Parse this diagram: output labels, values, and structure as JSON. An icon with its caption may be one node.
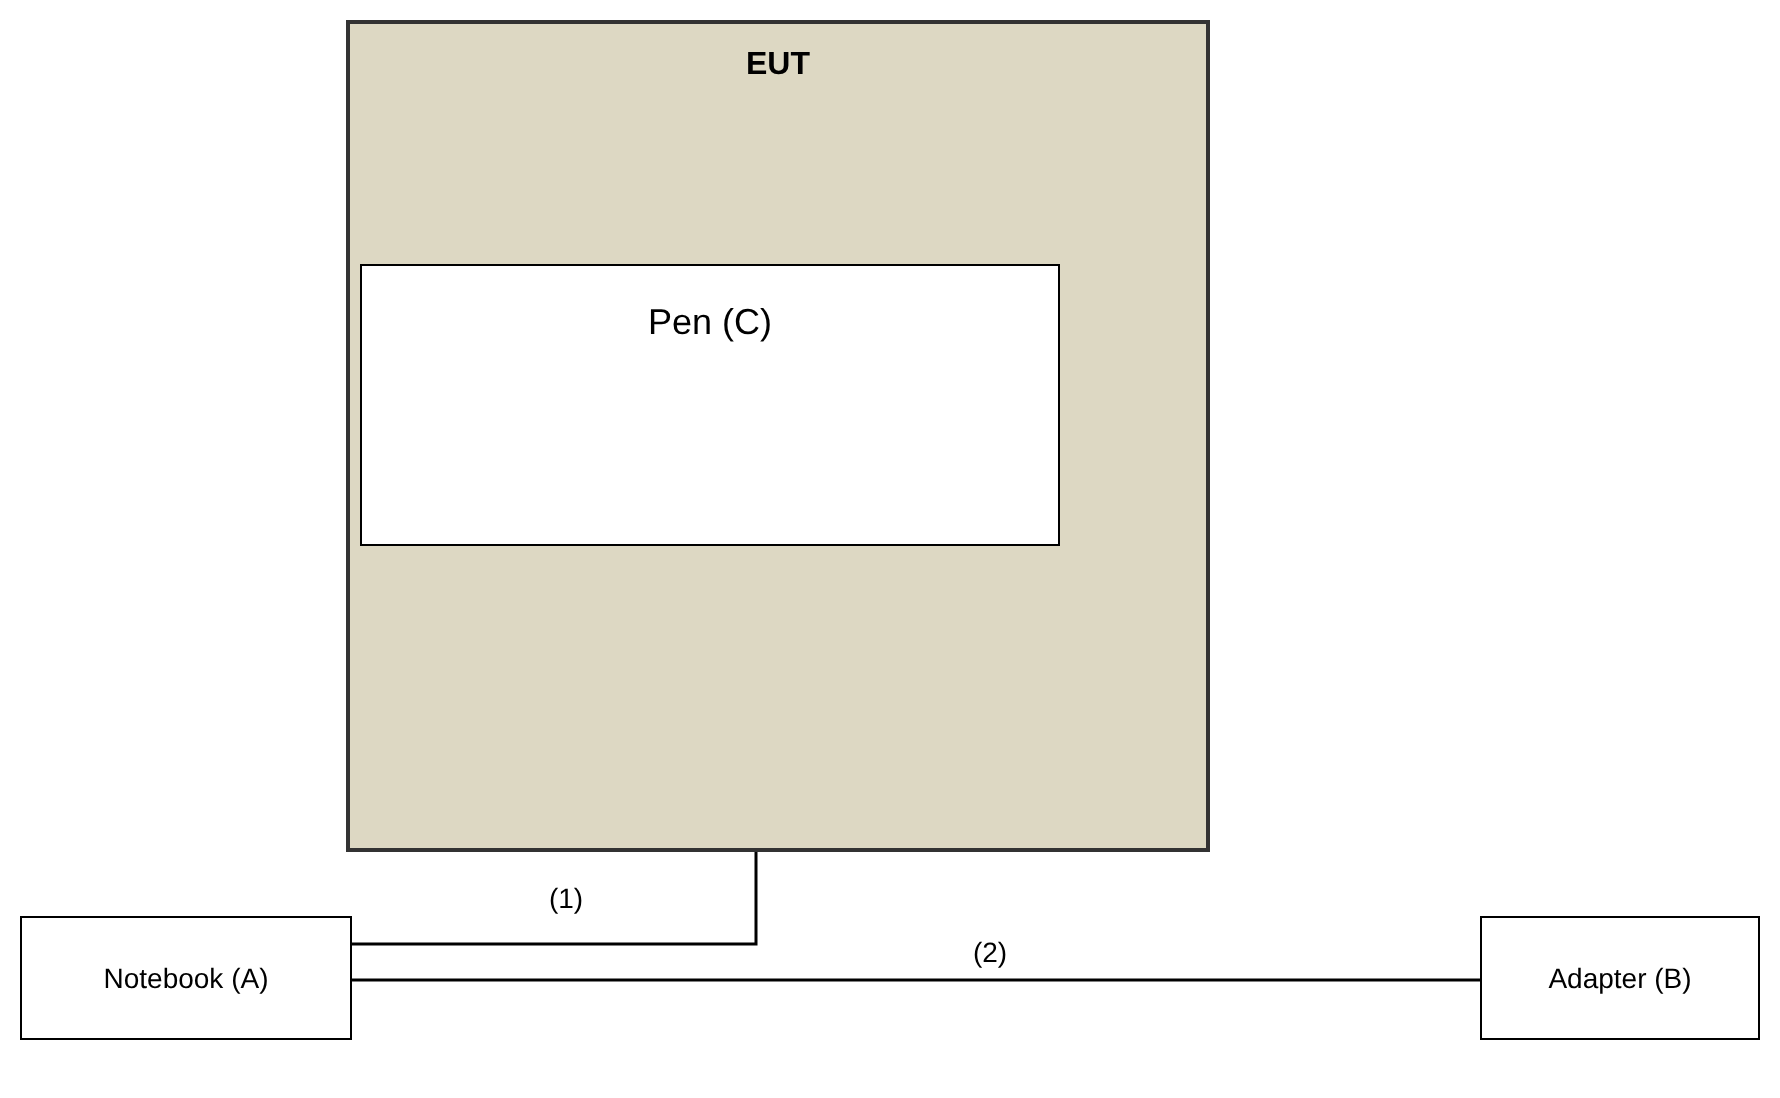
{
  "diagram": {
    "nodes": [
      {
        "text": [
          "EUT"
        ]
      },
      {
        "text": [
          "Pen (C)"
        ],
        "in": 0
      },
      {
        "text": [
          "Notebook (A)"
        ]
      },
      {
        "text": [
          "Adapter (B)"
        ]
      }
    ],
    "edges": [
      {
        "from": 0,
        "to": 2,
        "arrow": "none",
        "label": "(1)"
      },
      {
        "from": 2,
        "to": 3,
        "arrow": "none",
        "label": "(2)"
      }
    ]
  }
}
